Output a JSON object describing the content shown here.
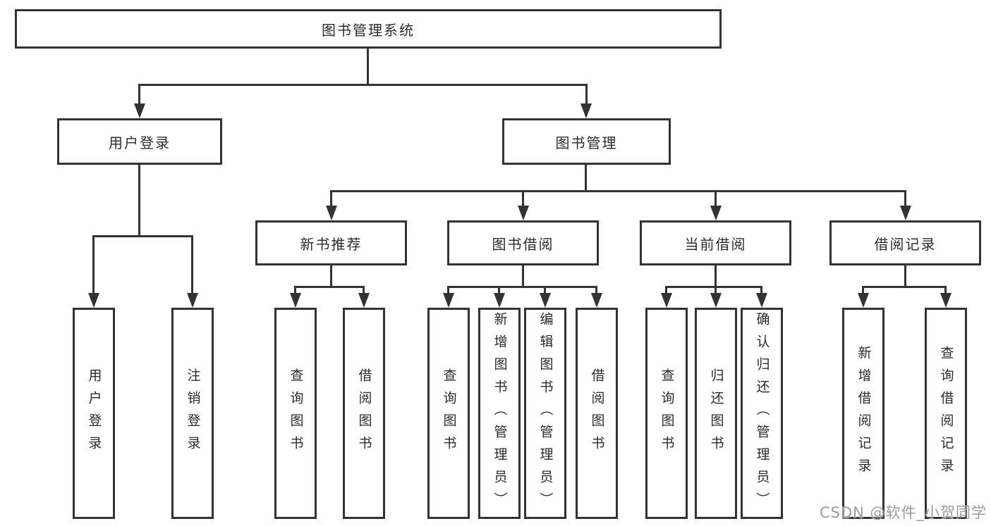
{
  "tree": {
    "label": "图书管理系统",
    "children": [
      {
        "label": "用户登录",
        "children": [
          {
            "label": "用户登录"
          },
          {
            "label": "注销登录"
          }
        ]
      },
      {
        "label": "图书管理",
        "children": [
          {
            "label": "新书推荐",
            "children": [
              {
                "label": "查询图书"
              },
              {
                "label": "借阅图书"
              }
            ]
          },
          {
            "label": "图书借阅",
            "children": [
              {
                "label": "查询图书"
              },
              {
                "label": "新增图书（管理员）"
              },
              {
                "label": "编辑图书（管理员）"
              },
              {
                "label": "借阅图书"
              }
            ]
          },
          {
            "label": "当前借阅",
            "children": [
              {
                "label": "查询图书"
              },
              {
                "label": "归还图书"
              },
              {
                "label": "确认归还（管理员）"
              }
            ]
          },
          {
            "label": "借阅记录",
            "children": [
              {
                "label": "新增借阅记录"
              },
              {
                "label": "查询借阅记录"
              }
            ]
          }
        ]
      }
    ]
  },
  "watermark": {
    "text": "CSDN @软件_小贺同学"
  },
  "colors": {
    "line": "#333333",
    "text": "#2b2b2b",
    "node_bg": "#ffffff",
    "watermark": "#9b9b9b",
    "canvas_bg": "#ffffff"
  }
}
